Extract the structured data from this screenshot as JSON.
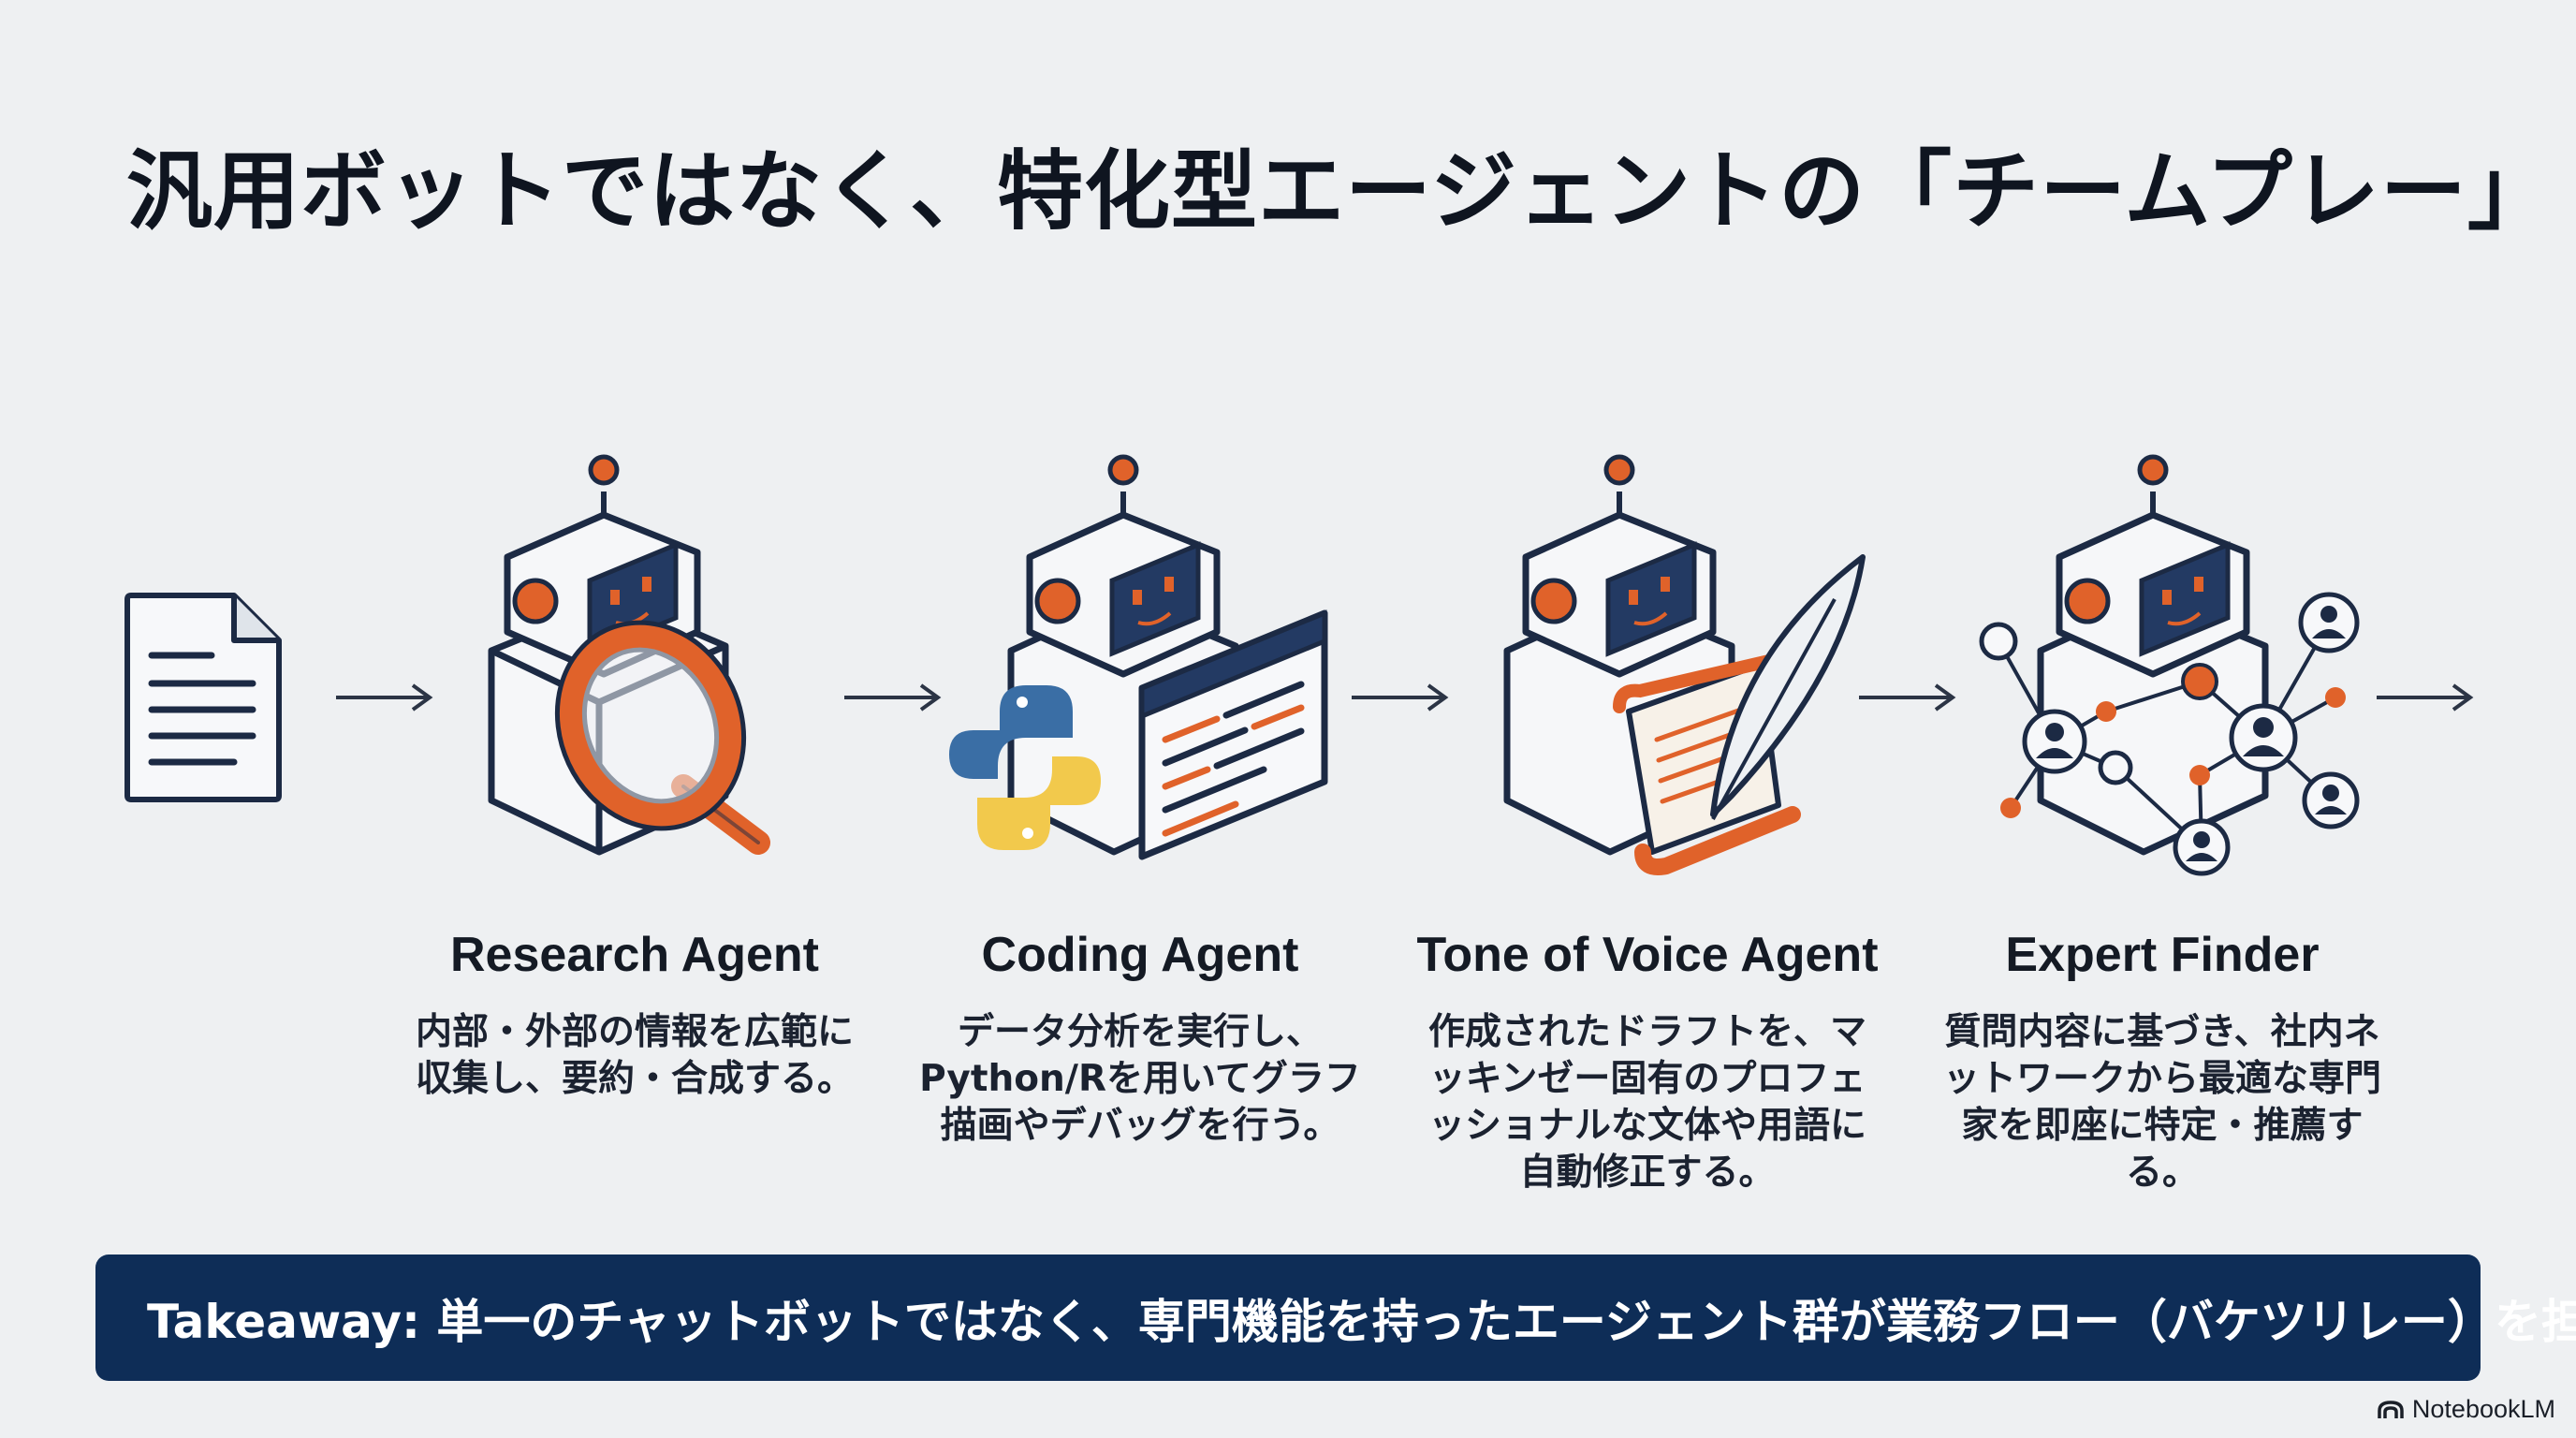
{
  "title": "汎用ボットではなく、特化型エージェントの「チームプレー」",
  "agents": [
    {
      "name": "Research Agent",
      "desc": "内部・外部の情報を広範に\n収集し、要約・合成する。",
      "tool_icon": "magnifying-glass-icon"
    },
    {
      "name": "Coding Agent",
      "desc": "データ分析を実行し、\nPython/Rを用いてグラフ\n描画やデバッグを行う。",
      "tool_icon": "code-window-icon"
    },
    {
      "name": "Tone of Voice Agent",
      "desc": "作成されたドラフトを、マ\nッキンゼー固有のプロフェ\nッショナルな文体や用語に\n自動修正する。",
      "tool_icon": "quill-scroll-icon"
    },
    {
      "name": "Expert Finder",
      "desc": "質問内容に基づき、社内ネ\nットワークから最適な専門\n家を即座に特定・推薦する。",
      "tool_icon": "people-network-icon"
    }
  ],
  "takeaway": "Takeaway: 単一のチャットボットではなく、専門機能を持ったエージェント群が業務フロー（バケツリレー）を担う。",
  "brand": "NotebookLM",
  "colors": {
    "navy": "#0e2d57",
    "orange": "#e0622a",
    "outline": "#1c2a44",
    "screen": "#233a63",
    "python_blue": "#3a6ea5",
    "python_yellow": "#f2c94c"
  }
}
